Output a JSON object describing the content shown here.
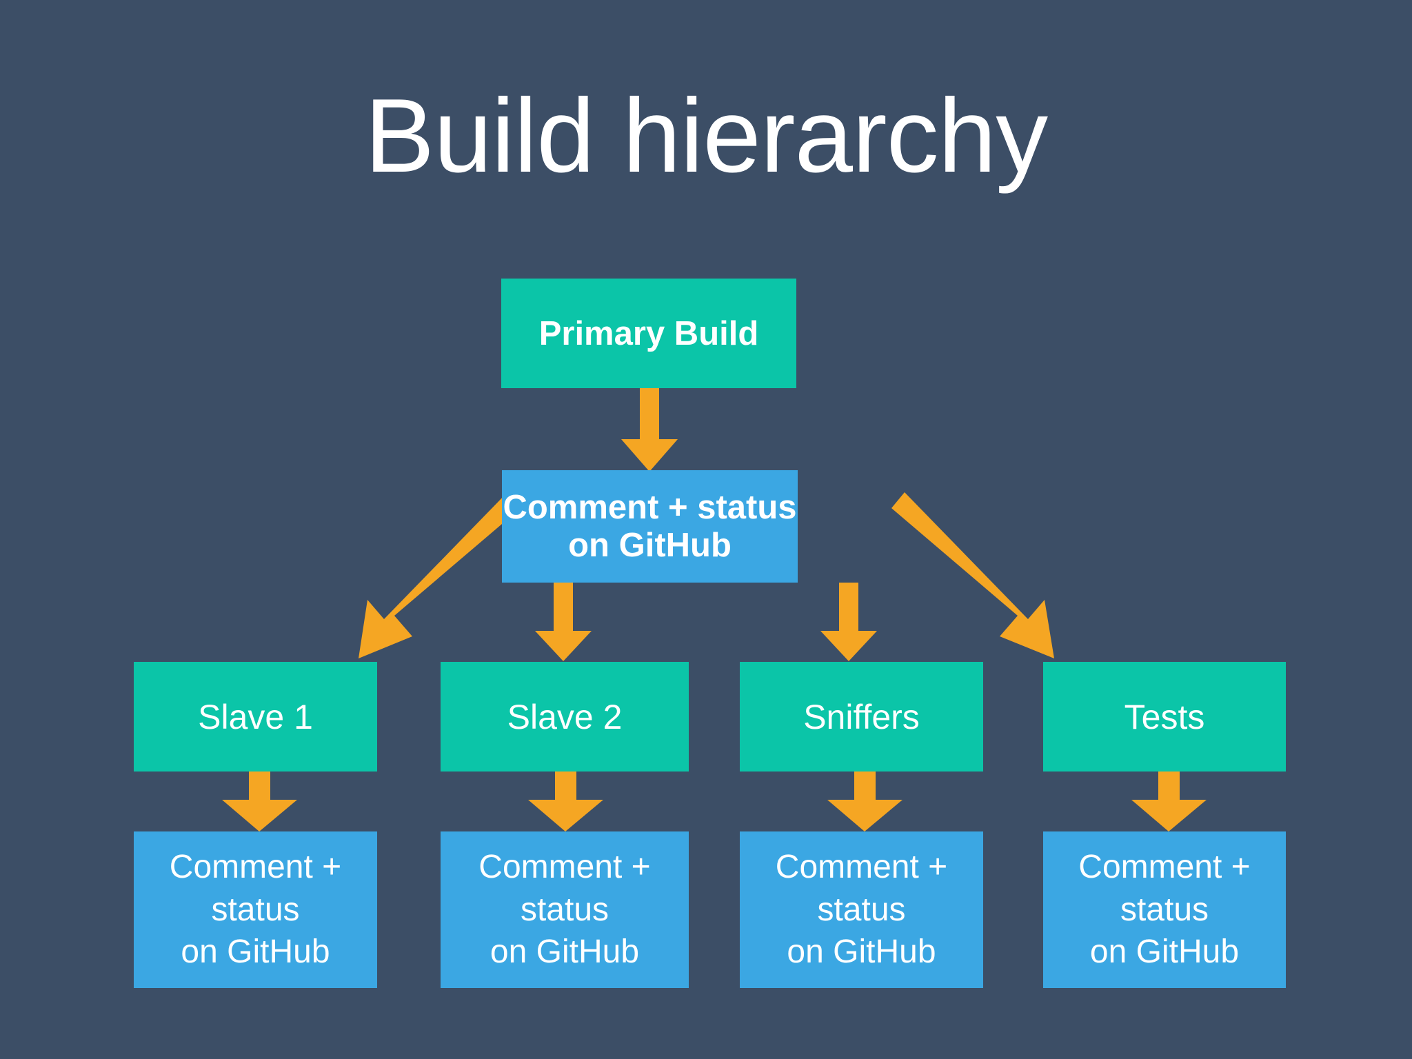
{
  "slide": {
    "title": "Build hierarchy",
    "background_color": "#3c4e66",
    "colors": {
      "green": "#0bc5a8",
      "blue": "#3ba7e3",
      "arrow": "#f5a623",
      "text": "#ffffff"
    }
  },
  "nodes": {
    "primary_build": {
      "label": "Primary Build"
    },
    "root_comment": {
      "line1": "Comment + status",
      "line2": "on GitHub"
    },
    "branches": [
      {
        "label": "Slave 1",
        "leaf": {
          "line1": "Comment +",
          "line2": "status",
          "line3": "on GitHub"
        }
      },
      {
        "label": "Slave 2",
        "leaf": {
          "line1": "Comment +",
          "line2": "status",
          "line3": "on GitHub"
        }
      },
      {
        "label": "Sniffers",
        "leaf": {
          "line1": "Comment +",
          "line2": "status",
          "line3": "on GitHub"
        }
      },
      {
        "label": "Tests",
        "leaf": {
          "line1": "Comment +",
          "line2": "status",
          "line3": "on GitHub"
        }
      }
    ]
  },
  "connectors": [
    {
      "name": "primary-to-root",
      "from": "primary_build",
      "to": "root_comment",
      "direction": "down"
    },
    {
      "name": "root-to-slave-1",
      "from": "root_comment",
      "to": "Slave 1",
      "direction": "down-left"
    },
    {
      "name": "root-to-slave-2",
      "from": "root_comment",
      "to": "Slave 2",
      "direction": "down"
    },
    {
      "name": "root-to-sniffers",
      "from": "root_comment",
      "to": "Sniffers",
      "direction": "down"
    },
    {
      "name": "root-to-tests",
      "from": "root_comment",
      "to": "Tests",
      "direction": "down-right"
    },
    {
      "name": "slave-1-to-leaf",
      "from": "Slave 1",
      "to": "leaf-1",
      "direction": "down"
    },
    {
      "name": "slave-2-to-leaf",
      "from": "Slave 2",
      "to": "leaf-2",
      "direction": "down"
    },
    {
      "name": "sniffers-to-leaf",
      "from": "Sniffers",
      "to": "leaf-3",
      "direction": "down"
    },
    {
      "name": "tests-to-leaf",
      "from": "Tests",
      "to": "leaf-4",
      "direction": "down"
    }
  ],
  "chart_data": {
    "type": "diagram",
    "title": "Build hierarchy",
    "layout": "tree",
    "levels": [
      {
        "level": 0,
        "nodes": [
          "Primary Build"
        ]
      },
      {
        "level": 1,
        "nodes": [
          "Comment + status on GitHub"
        ]
      },
      {
        "level": 2,
        "nodes": [
          "Slave 1",
          "Slave 2",
          "Sniffers",
          "Tests"
        ]
      },
      {
        "level": 3,
        "nodes": [
          "Comment + status on GitHub",
          "Comment + status on GitHub",
          "Comment + status on GitHub",
          "Comment + status on GitHub"
        ]
      }
    ],
    "edges": [
      [
        "Primary Build",
        "Comment + status on GitHub"
      ],
      [
        "Comment + status on GitHub",
        "Slave 1"
      ],
      [
        "Comment + status on GitHub",
        "Slave 2"
      ],
      [
        "Comment + status on GitHub",
        "Sniffers"
      ],
      [
        "Comment + status on GitHub",
        "Tests"
      ],
      [
        "Slave 1",
        "Comment + status on GitHub (1)"
      ],
      [
        "Slave 2",
        "Comment + status on GitHub (2)"
      ],
      [
        "Sniffers",
        "Comment + status on GitHub (3)"
      ],
      [
        "Tests",
        "Comment + status on GitHub (4)"
      ]
    ]
  }
}
